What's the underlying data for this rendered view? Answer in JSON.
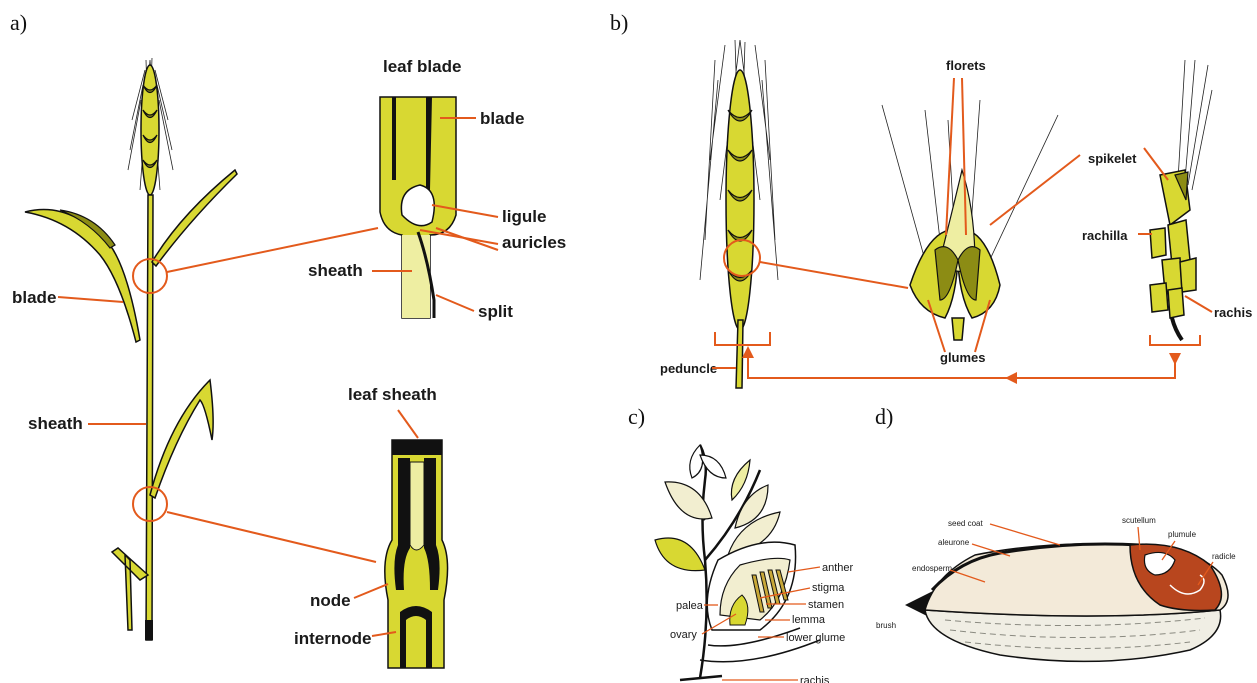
{
  "panels": {
    "a": {
      "letter": "a)",
      "labels": {
        "leaf_blade_title": "leaf blade",
        "blade_inset": "blade",
        "ligule": "ligule",
        "auricles": "auricles",
        "sheath_inset": "sheath",
        "split": "split",
        "blade": "blade",
        "sheath": "sheath",
        "leaf_sheath_title": "leaf sheath",
        "node": "node",
        "internode": "internode"
      }
    },
    "b": {
      "letter": "b)",
      "labels": {
        "florets": "florets",
        "spikelet": "spikelet",
        "rachilla": "rachilla",
        "rachis": "rachis",
        "glumes": "glumes",
        "peduncle": "peduncle"
      }
    },
    "c": {
      "letter": "c)",
      "labels": {
        "anther": "anther",
        "stigma": "stigma",
        "palea": "palea",
        "stamen": "stamen",
        "lemma": "lemma",
        "ovary": "ovary",
        "lower_glume": "lower glume",
        "rachis": "rachis"
      }
    },
    "d": {
      "letter": "d)",
      "labels": {
        "seed_coat": "seed coat",
        "scutellum": "scutellum",
        "aleurone": "aleurone",
        "plumule": "plumule",
        "endosperm": "endosperm",
        "radicle": "radicle",
        "brush": "brush"
      }
    }
  },
  "colors": {
    "leader": "#e35a1c",
    "plant_green": "#d8d832",
    "plant_dark": "#8c8c14",
    "plant_pale": "#eeeea2",
    "outline": "#111111",
    "endosperm": "#f3ead9",
    "embryo": "#b8461e"
  }
}
